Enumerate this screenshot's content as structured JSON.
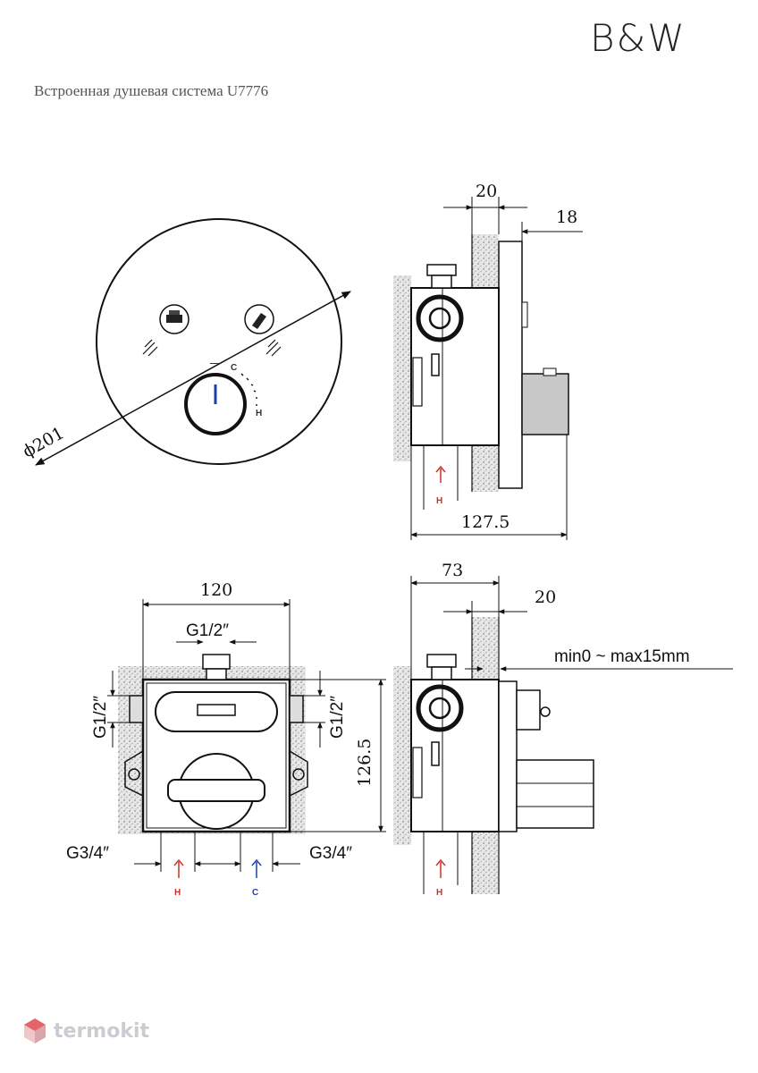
{
  "brand": "B&W",
  "subtitle": "Встроенная душевая система U7776",
  "watermark": "termokit",
  "dims": {
    "front_diameter": "ϕ201",
    "side_top_width": "20",
    "side_top_plate": "18",
    "side_depth": "127.5",
    "box_width": "120",
    "box_top_thread": "G1/2″",
    "box_left_thread": "G1/2″",
    "box_right_thread": "G1/2″",
    "box_height": "126.5",
    "box_bottom_left_thread": "G3/4″",
    "box_bottom_right_thread": "G3/4″",
    "side2_depth": "73",
    "side2_wall": "20",
    "side2_range": "min0 ~ max15mm"
  },
  "markers": {
    "hot": "H",
    "cold": "C",
    "dial_cold": "C",
    "dial_hot": "H"
  },
  "colors": {
    "hot": "#d0302a",
    "cold": "#1e3fa8",
    "line": "#111111",
    "wall": "#bdbdbd",
    "watermark_logo": "#e5636b"
  },
  "icons": [
    "bathtub-icon",
    "shower-head-icon",
    "thermostat-knob",
    "hot-arrow-icon",
    "cold-arrow-icon"
  ]
}
